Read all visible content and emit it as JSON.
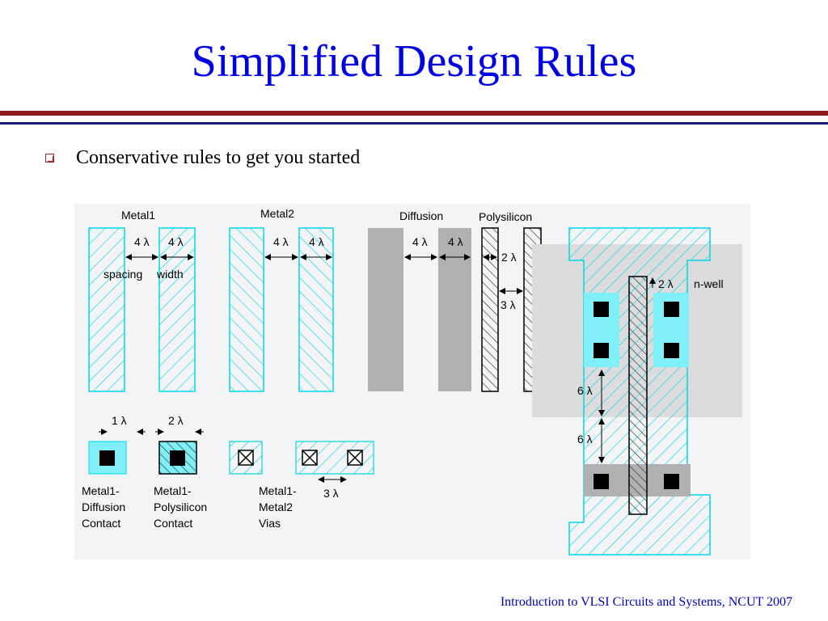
{
  "slide": {
    "title": "Simplified Design Rules",
    "bullet": "Conservative rules to get you started",
    "footer": "Introduction to VLSI Circuits and Systems, NCUT  2007"
  },
  "diagram": {
    "layers": {
      "metal1": "Metal1",
      "metal2": "Metal2",
      "diffusion": "Diffusion",
      "polysilicon": "Polysilicon",
      "nwell": "n-well"
    },
    "dims": {
      "m1_space": "4 λ",
      "m1_width": "4 λ",
      "m1_space_label": "spacing",
      "m1_width_label": "width",
      "m2_space": "4 λ",
      "m2_width": "4 λ",
      "diff_space": "4 λ",
      "diff_width": "4 λ",
      "poly_width": "2 λ",
      "poly_space": "3 λ",
      "nwell_overlap": "2 λ",
      "well_gap_top": "6 λ",
      "well_gap_bottom": "6 λ",
      "contact_1": "1 λ",
      "contact_2": "2 λ",
      "via_space": "3 λ"
    },
    "contacts": {
      "m1_diff": [
        "Metal1-",
        "Diffusion",
        "Contact"
      ],
      "m1_poly": [
        "Metal1-",
        "Polysilicon",
        "Contact"
      ],
      "m1_m2": [
        "Metal1-",
        "Metal2",
        "Vias"
      ]
    },
    "colors": {
      "metal": "#00d8e8",
      "metal_fill": "#7ff0f8",
      "diffusion": "#b0b0b0",
      "nwell": "#dcdcdc",
      "title": "#0000e6",
      "rule_red": "#8b1a1a",
      "rule_blue": "#1a1a7a"
    }
  }
}
